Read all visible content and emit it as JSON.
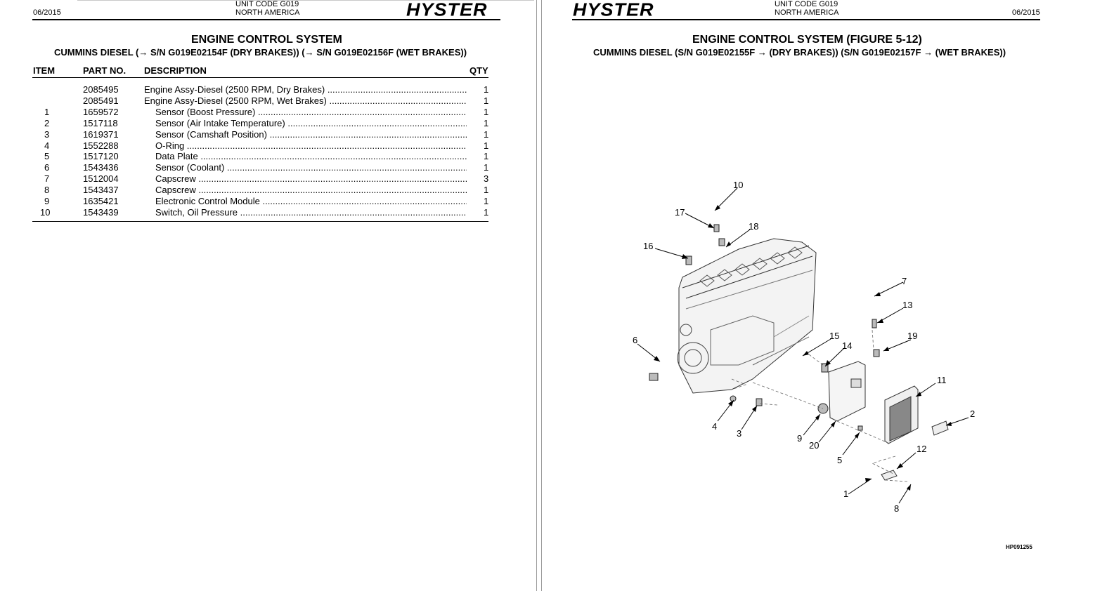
{
  "left_page": {
    "date": "06/2015",
    "unit_code": "UNIT CODE G019",
    "region": "NORTH AMERICA",
    "brand": "HYSTER",
    "title": "ENGINE CONTROL SYSTEM",
    "subtitle": "CUMMINS DIESEL  (→ S/N G019E02154F (DRY BRAKES))  (→ S/N G019E02156F (WET BRAKES))",
    "columns": {
      "item": "ITEM",
      "part": "PART NO.",
      "description": "DESCRIPTION",
      "qty": "QTY"
    },
    "rows": [
      {
        "item": "",
        "part": "2085495",
        "description": "Engine Assy-Diesel (2500 RPM, Dry Brakes)",
        "qty": "1"
      },
      {
        "item": "",
        "part": "2085491",
        "description": "Engine Assy-Diesel (2500 RPM, Wet Brakes)",
        "qty": "1"
      },
      {
        "item": "1",
        "part": "1659572",
        "description": "Sensor (Boost Pressure)",
        "qty": "1"
      },
      {
        "item": "2",
        "part": "1517118",
        "description": "Sensor (Air Intake Temperature)",
        "qty": "1"
      },
      {
        "item": "3",
        "part": "1619371",
        "description": "Sensor (Camshaft Position)",
        "qty": "1"
      },
      {
        "item": "4",
        "part": "1552288",
        "description": "O-Ring",
        "qty": "1"
      },
      {
        "item": "5",
        "part": "1517120",
        "description": "Data Plate",
        "qty": "1"
      },
      {
        "item": "6",
        "part": "1543436",
        "description": "Sensor (Coolant)",
        "qty": "1"
      },
      {
        "item": "7",
        "part": "1512004",
        "description": "Capscrew",
        "qty": "3"
      },
      {
        "item": "8",
        "part": "1543437",
        "description": "Capscrew",
        "qty": "1"
      },
      {
        "item": "9",
        "part": "1635421",
        "description": "Electronic Control Module",
        "qty": "1"
      },
      {
        "item": "10",
        "part": "1543439",
        "description": "Switch, Oil Pressure",
        "qty": "1"
      }
    ]
  },
  "right_page": {
    "date": "06/2015",
    "unit_code": "UNIT CODE G019",
    "region": "NORTH AMERICA",
    "brand": "HYSTER",
    "title": "ENGINE CONTROL SYSTEM (FIGURE 5-12)",
    "subtitle": "CUMMINS DIESEL  (S/N G019E02155F → (DRY BRAKES))  (S/N G019E02157F → (WET BRAKES))",
    "figure_code": "HP091255",
    "callouts": [
      "1",
      "2",
      "3",
      "4",
      "5",
      "6",
      "7",
      "8",
      "9",
      "10",
      "11",
      "12",
      "13",
      "14",
      "15",
      "16",
      "17",
      "18",
      "19",
      "20"
    ]
  }
}
